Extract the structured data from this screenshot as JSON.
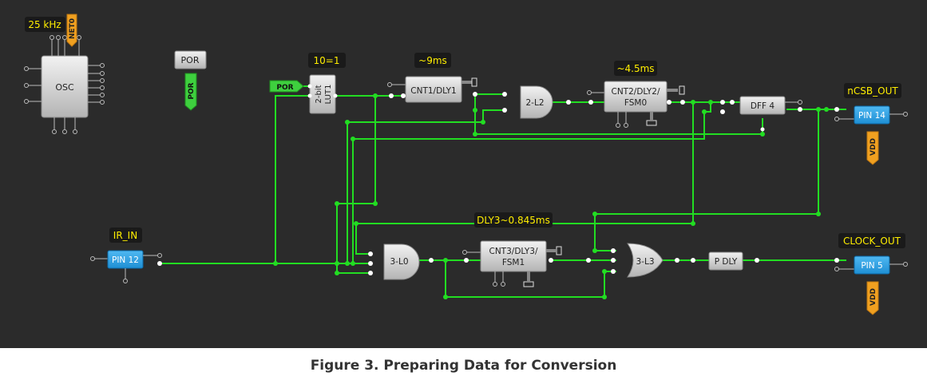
{
  "caption": "Figure 3. Preparing Data for Conversion",
  "colors": {
    "background": "#2b2b2b",
    "wire": "#22dd22",
    "block_fill": "#d8d8d8",
    "pin_fill": "#29a3e8",
    "label_yellow": "#ffee00",
    "vdd_orange": "#f0a020",
    "por_green": "#3ecf3e"
  },
  "labels": {
    "osc_freq": "25 kHz",
    "net0": "NET0",
    "lut_cfg": "10=1",
    "cnt1_time": "~9ms",
    "cnt2_time": "~4.5ms",
    "dly3_time": "DLY3~0.845ms",
    "ir_in": "IR_IN",
    "ncsb_out": "nCSB_OUT",
    "clock_out": "CLOCK_OUT"
  },
  "blocks": {
    "osc": "OSC",
    "por_block": "POR",
    "por_vert": "POR",
    "por_tag": "POR",
    "lut1_a": "2-bit",
    "lut1_b": "LUT1",
    "cnt1": "CNT1/DLY1",
    "and2": "2-L2",
    "cnt2_a": "CNT2/DLY2/",
    "cnt2_b": "FSM0",
    "dff4": "DFF 4",
    "and3": "3-L0",
    "cnt3_a": "CNT3/DLY3/",
    "cnt3_b": "FSM1",
    "or3": "3-L3",
    "pdly": "P DLY"
  },
  "pins": {
    "pin12": "PIN 12",
    "pin14": "PIN 14",
    "pin5": "PIN 5",
    "vdd": "VDD"
  }
}
